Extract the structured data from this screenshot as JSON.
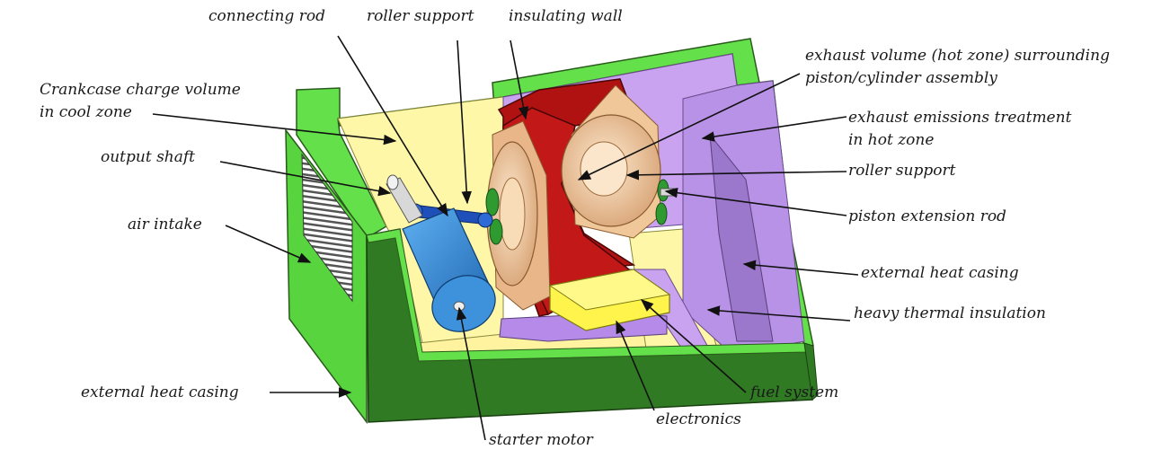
{
  "colors": {
    "casing_green": "#64e04a",
    "casing_dark_green": "#2f7a22",
    "cool_zone_yellow": "#fff7a8",
    "hot_zone_purple": "#c9a2f0",
    "insulating_wall_red": "#b01212",
    "piston_tan": "#f2c99a",
    "starter_blue": "#2f86d6",
    "fuel_yellow": "#fff44c",
    "roller_green": "#2f9a2f",
    "rod_blue": "#1f4fb8"
  },
  "labels": {
    "connecting_rod": "connecting rod",
    "roller_support_top": "roller support",
    "insulating_wall": "insulating wall",
    "exhaust_volume": [
      "exhaust volume (hot zone) surrounding",
      "piston/cylinder assembly"
    ],
    "crankcase": [
      "Crankcase charge volume",
      "in cool zone"
    ],
    "exhaust_emissions": [
      "exhaust emissions treatment",
      "in hot zone"
    ],
    "output_shaft": "output shaft",
    "roller_support_right": "roller support",
    "piston_extension_rod": "piston extension rod",
    "air_intake": "air intake",
    "external_heat_casing_right": "external heat casing",
    "heavy_thermal_insulation": "heavy thermal insulation",
    "external_heat_casing_left": "external heat casing",
    "fuel_system": "fuel system",
    "electronics": "electronics",
    "starter_motor": "starter motor"
  }
}
